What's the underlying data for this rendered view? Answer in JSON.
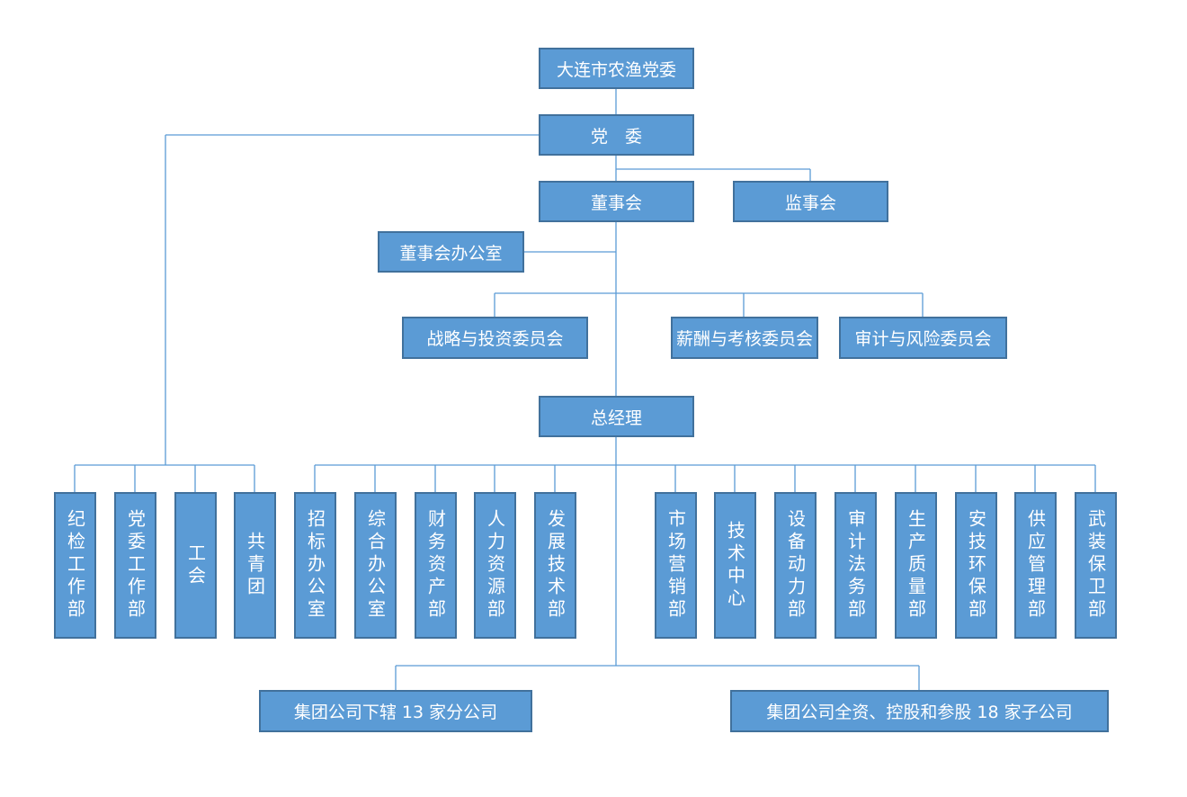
{
  "org": {
    "top": "大连市农渔党委",
    "party": "党　委",
    "board": "董事会",
    "supervisors": "监事会",
    "board_office": "董事会办公室",
    "committees": [
      "战略与投资委员会",
      "薪酬与考核委员会",
      "审计与风险委员会"
    ],
    "gm": "总经理",
    "party_depts": [
      "纪检工作部",
      "党委工作部",
      "工会",
      "共青团"
    ],
    "admin_depts": [
      "招标办公室",
      "综合办公室",
      "财务资产部",
      "人力资源部",
      "发展技术部"
    ],
    "ops_depts": [
      "市场营销部",
      "技术中心",
      "设备动力部",
      "审计法务部",
      "生产质量部",
      "安技环保部",
      "供应管理部",
      "武装保卫部"
    ],
    "branches": "集团公司下辖 13 家分公司",
    "subsidiaries": "集团公司全资、控股和参股 18 家子公司"
  },
  "colors": {
    "box_fill": "#5b9bd5",
    "box_border": "#41719c",
    "line": "#5b9bd5",
    "text": "#ffffff"
  }
}
